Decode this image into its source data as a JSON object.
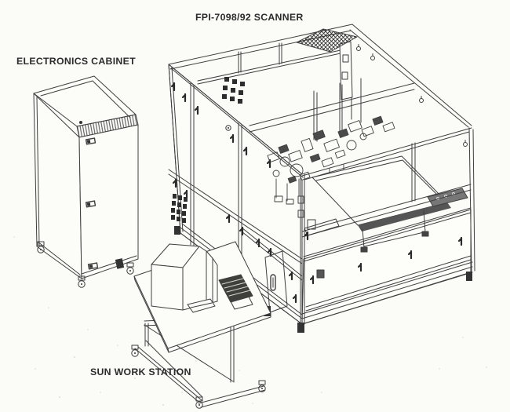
{
  "palette": {
    "paper": "#fbfbf8",
    "ink": "#3f3f3f",
    "label_ink": "#2b2b2b",
    "dark_fill": "#2d2d2d"
  },
  "labels": {
    "scanner": "FPI-7098/92 SCANNER",
    "electronics_cabinet": "ELECTRONICS CABINET",
    "workstation": "SUN WORK STATION"
  }
}
